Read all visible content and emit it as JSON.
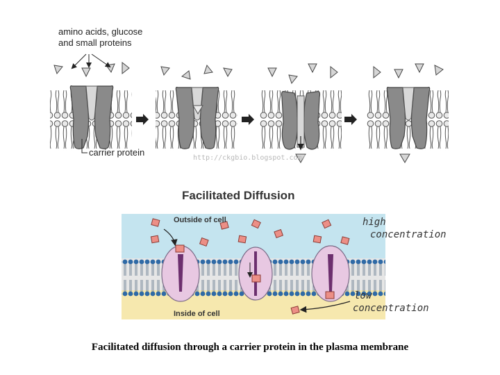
{
  "top_panel": {
    "molecules_label": "amino acids, glucose and small proteins",
    "carrier_label": "carrier protein",
    "watermark": "http://ckgbio.blogspot.com/"
  },
  "bottom_panel": {
    "title": "Facilitated Diffusion",
    "outside_label": "Outside of cell",
    "inside_label": "Inside of cell",
    "high_label_line1": "high",
    "high_label_line2": "concentration",
    "low_label_line1": "low",
    "low_label_line2": "concentration"
  },
  "caption": "Facilitated diffusion through a carrier protein in the plasma membrane",
  "colors": {
    "outside": "#c4e4ef",
    "inside": "#f6e8ae",
    "protein": "#e8c8e2",
    "molecule": "#ec8f86",
    "carrier": "#8a8a8a"
  }
}
